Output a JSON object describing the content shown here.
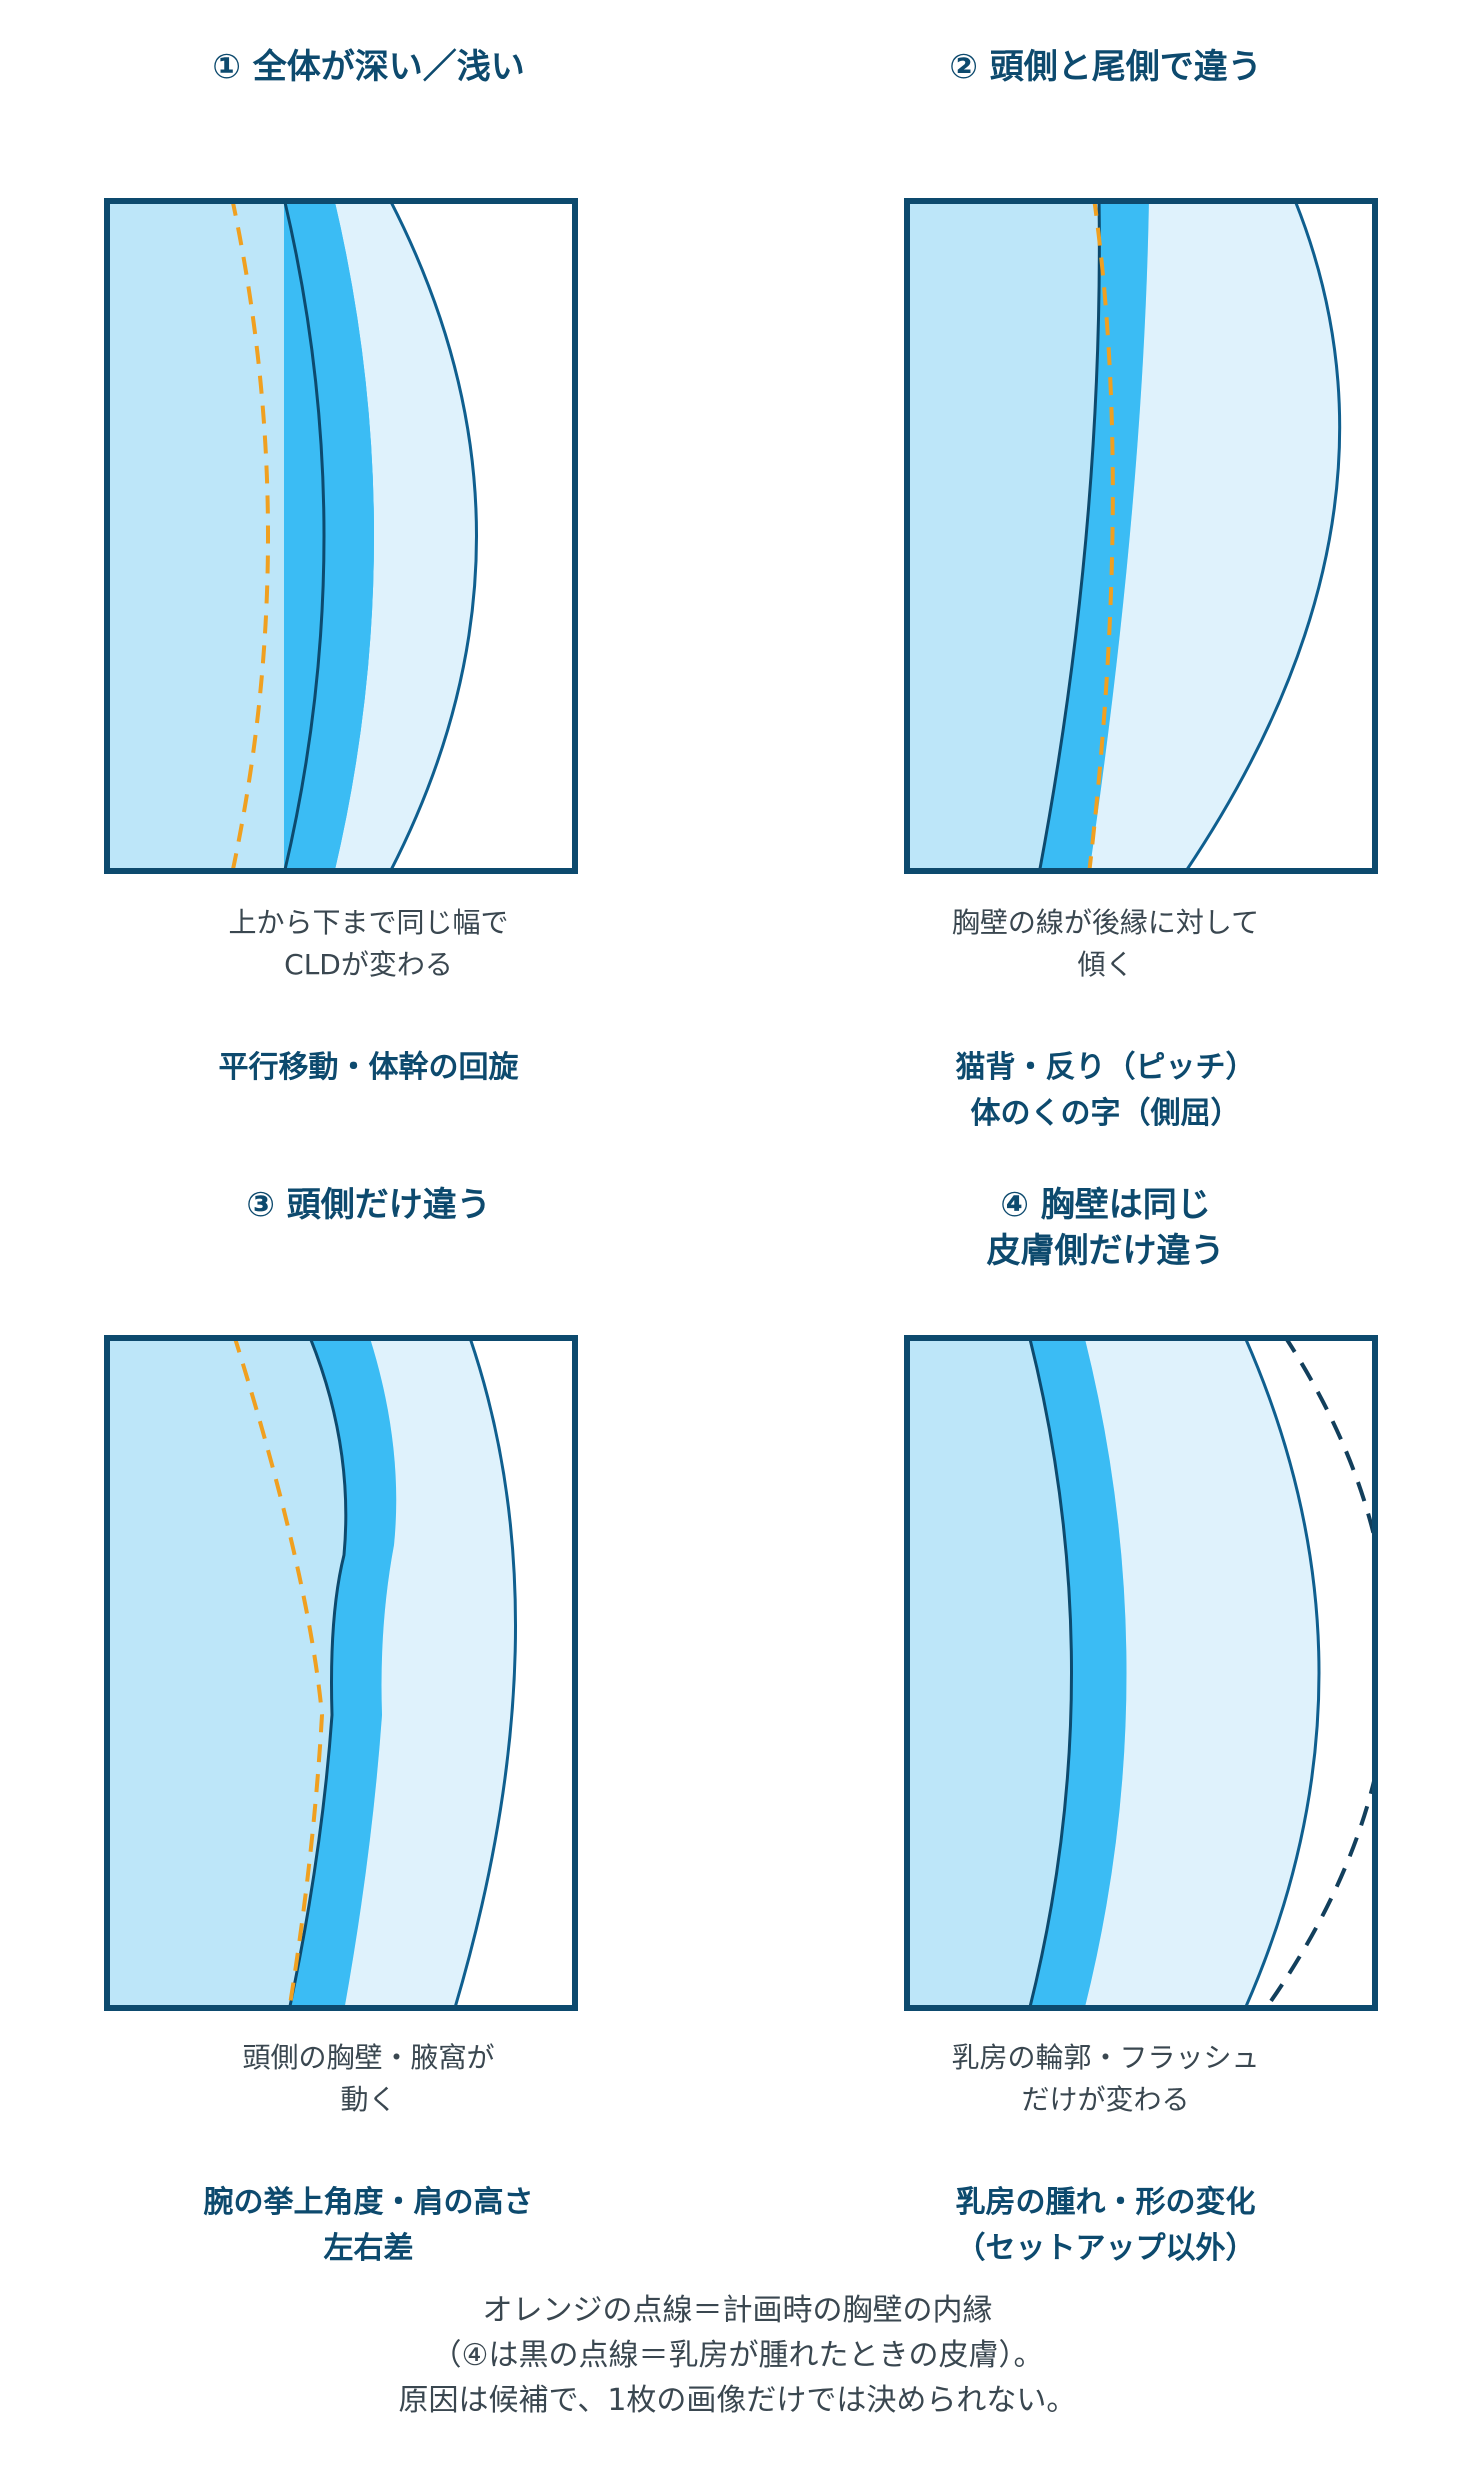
{
  "panels": [
    {
      "title": [
        "① 全体が深い／浅い"
      ],
      "description": [
        "上から下まで同じ幅で",
        "CLDが変わる"
      ],
      "cause": [
        "平行移動・体幹の回旋"
      ]
    },
    {
      "title": [
        "② 頭側と尾側で違う"
      ],
      "description": [
        "胸壁の線が後縁に対して",
        "傾く"
      ],
      "cause": [
        "猫背・反り（ピッチ）",
        "体のくの字（側屈）"
      ]
    },
    {
      "title": [
        "③ 頭側だけ違う"
      ],
      "description": [
        "頭側の胸壁・腋窩が",
        "動く"
      ],
      "cause": [
        "腕の挙上角度・肩の高さ",
        "左右差"
      ]
    },
    {
      "title": [
        "④ 胸壁は同じ",
        "皮膚側だけ違う"
      ],
      "description": [
        "乳房の輪郭・フラッシュ",
        "だけが変わる"
      ],
      "cause": [
        "乳房の腫れ・形の変化",
        "（セットアップ以外）"
      ]
    }
  ],
  "footer": [
    "オレンジの点線＝計画時の胸壁の内縁",
    "（④は黒の点線＝乳房が腫れたときの皮膚）。",
    "原因は候補で、1枚の画像だけでは決められない。"
  ],
  "colors": {
    "frame": "#0d4a6e",
    "body_fill": "#bde6f9",
    "chest_wall_band": "#3bbcf4",
    "breast_fill": "#dff2fc",
    "skin_line": "#0f5f8f",
    "planned_line": "#f0a020",
    "swollen_skin_line": "#123f5c"
  }
}
